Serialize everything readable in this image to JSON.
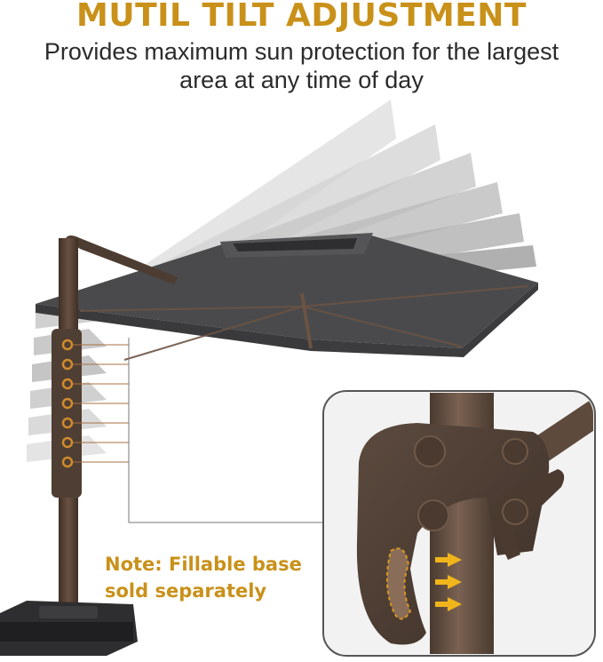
{
  "header": {
    "title": "MUTIL TILT ADJUSTMENT",
    "subtitle_line1": "Provides maximum sun protection for the largest",
    "subtitle_line2": "area at any time of day"
  },
  "note": {
    "line1": "Note: Fillable base",
    "line2": "sold separately"
  },
  "colors": {
    "accent": "#c9911a",
    "canopy": "#4a4a4c",
    "pole": "#5a4435",
    "text": "#2b2b2b"
  },
  "illustration": {
    "product": "cantilever-umbrella",
    "tilt_holes_shown": 7,
    "detail_callout": "tilt-lock-handle-closeup",
    "arrows_in_callout": 3
  }
}
